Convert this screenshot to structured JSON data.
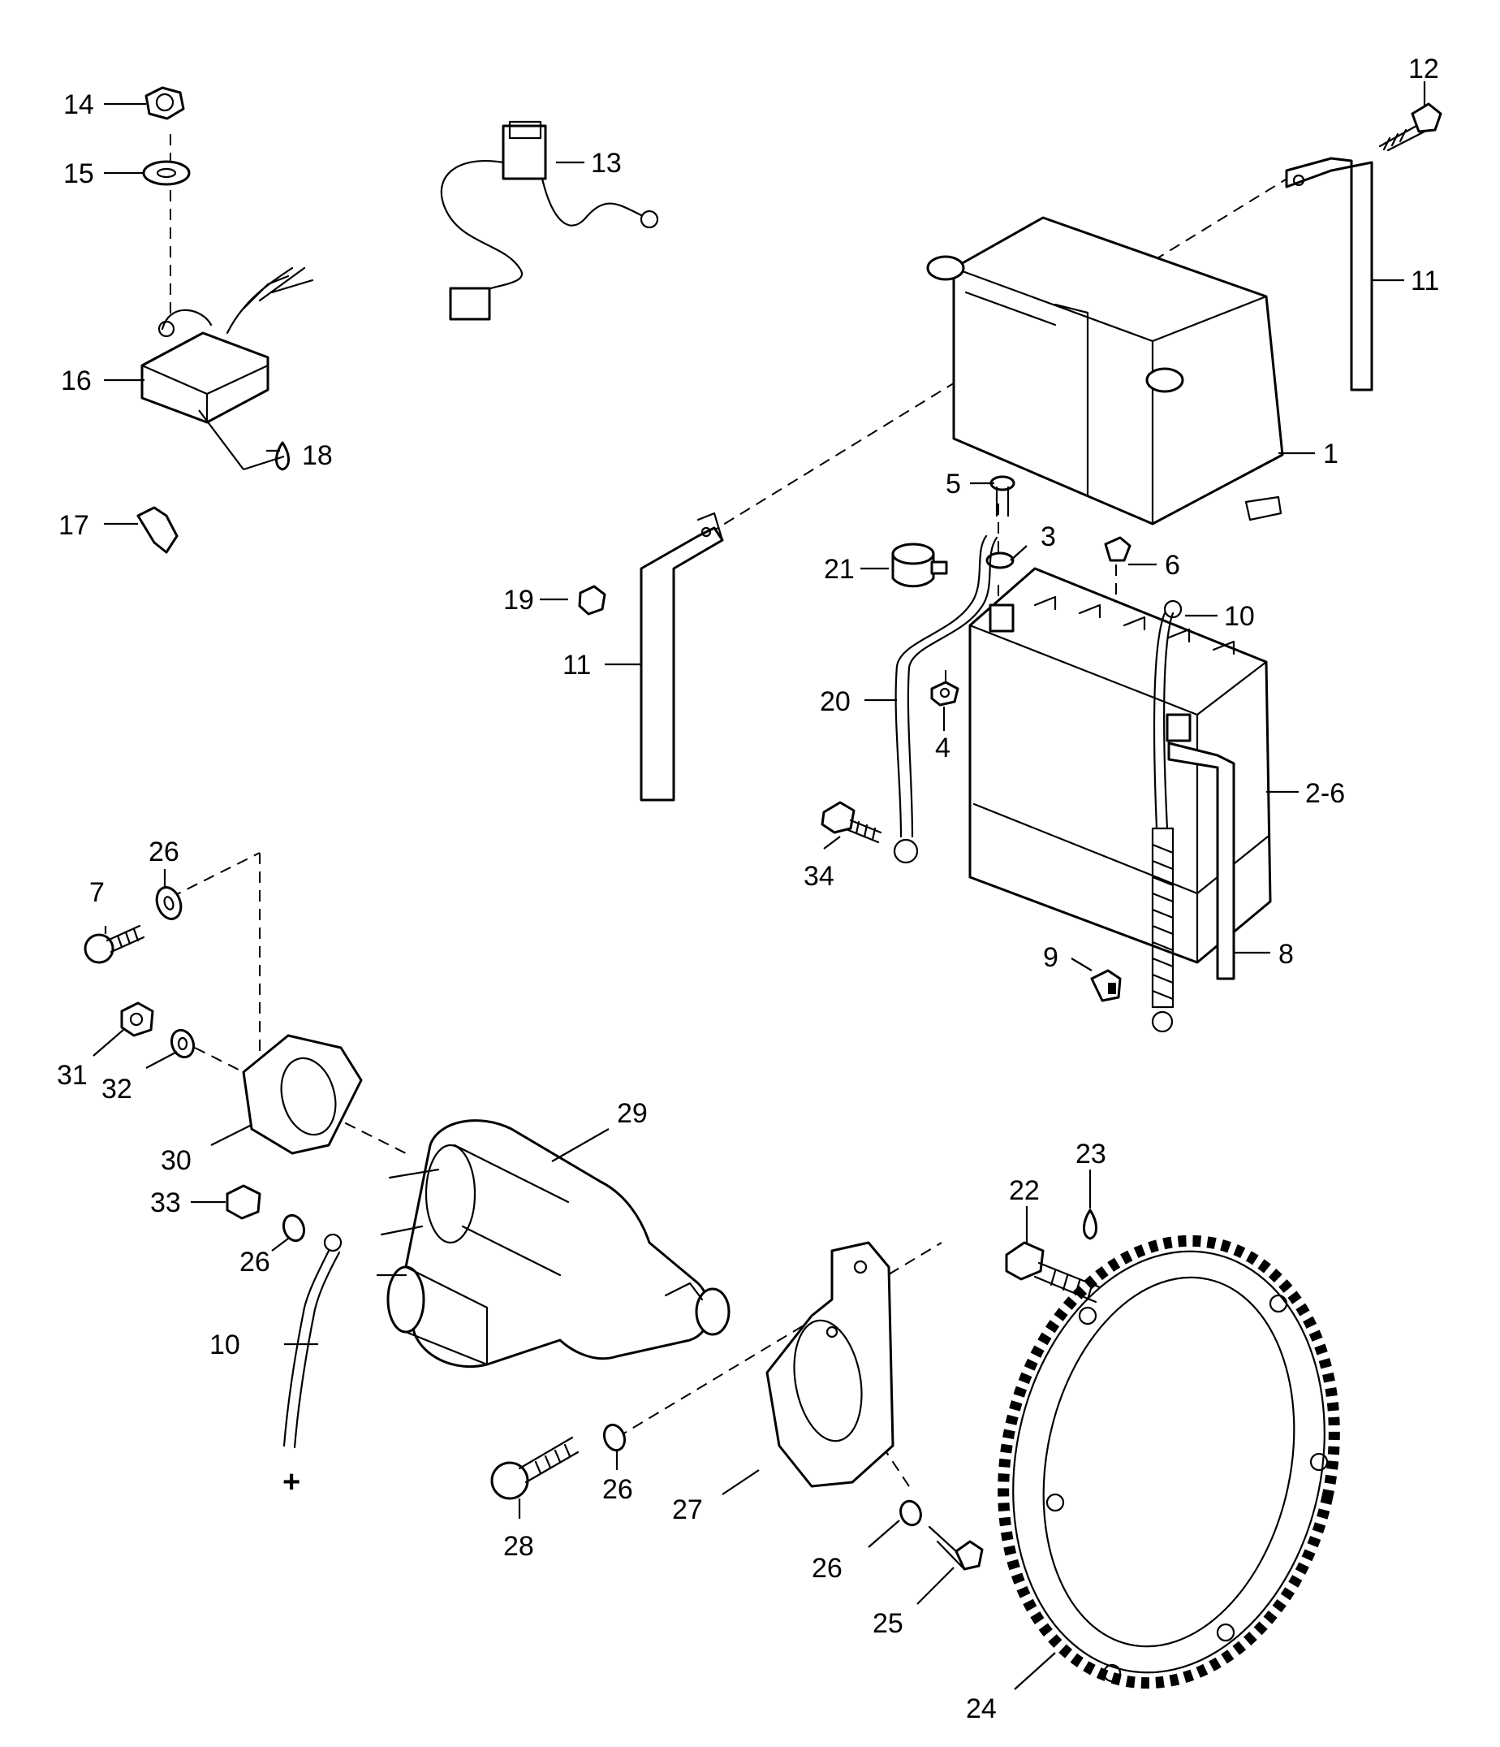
{
  "callouts": [
    {
      "id": "c1",
      "text": "1"
    },
    {
      "id": "c2-6",
      "text": "2-6"
    },
    {
      "id": "c3",
      "text": "3"
    },
    {
      "id": "c4",
      "text": "4"
    },
    {
      "id": "c5",
      "text": "5"
    },
    {
      "id": "c6",
      "text": "6"
    },
    {
      "id": "c7",
      "text": "7"
    },
    {
      "id": "c8",
      "text": "8"
    },
    {
      "id": "c9",
      "text": "9"
    },
    {
      "id": "c10a",
      "text": "10"
    },
    {
      "id": "c10b",
      "text": "10"
    },
    {
      "id": "c11a",
      "text": "11"
    },
    {
      "id": "c11b",
      "text": "11"
    },
    {
      "id": "c12",
      "text": "12"
    },
    {
      "id": "c13",
      "text": "13"
    },
    {
      "id": "c14",
      "text": "14"
    },
    {
      "id": "c15",
      "text": "15"
    },
    {
      "id": "c16",
      "text": "16"
    },
    {
      "id": "c17",
      "text": "17"
    },
    {
      "id": "c18",
      "text": "18"
    },
    {
      "id": "c19",
      "text": "19"
    },
    {
      "id": "c20",
      "text": "20"
    },
    {
      "id": "c21",
      "text": "21"
    },
    {
      "id": "c22",
      "text": "22"
    },
    {
      "id": "c23",
      "text": "23"
    },
    {
      "id": "c24",
      "text": "24"
    },
    {
      "id": "c25",
      "text": "25"
    },
    {
      "id": "c26a",
      "text": "26"
    },
    {
      "id": "c26b",
      "text": "26"
    },
    {
      "id": "c26c",
      "text": "26"
    },
    {
      "id": "c26d",
      "text": "26"
    },
    {
      "id": "c27",
      "text": "27"
    },
    {
      "id": "c28",
      "text": "28"
    },
    {
      "id": "c29",
      "text": "29"
    },
    {
      "id": "c30",
      "text": "30"
    },
    {
      "id": "c31",
      "text": "31"
    },
    {
      "id": "c32",
      "text": "32"
    },
    {
      "id": "c33",
      "text": "33"
    },
    {
      "id": "c34",
      "text": "34"
    }
  ],
  "terminal_marks": {
    "cable_positive": "+",
    "battery_positive": "+"
  }
}
